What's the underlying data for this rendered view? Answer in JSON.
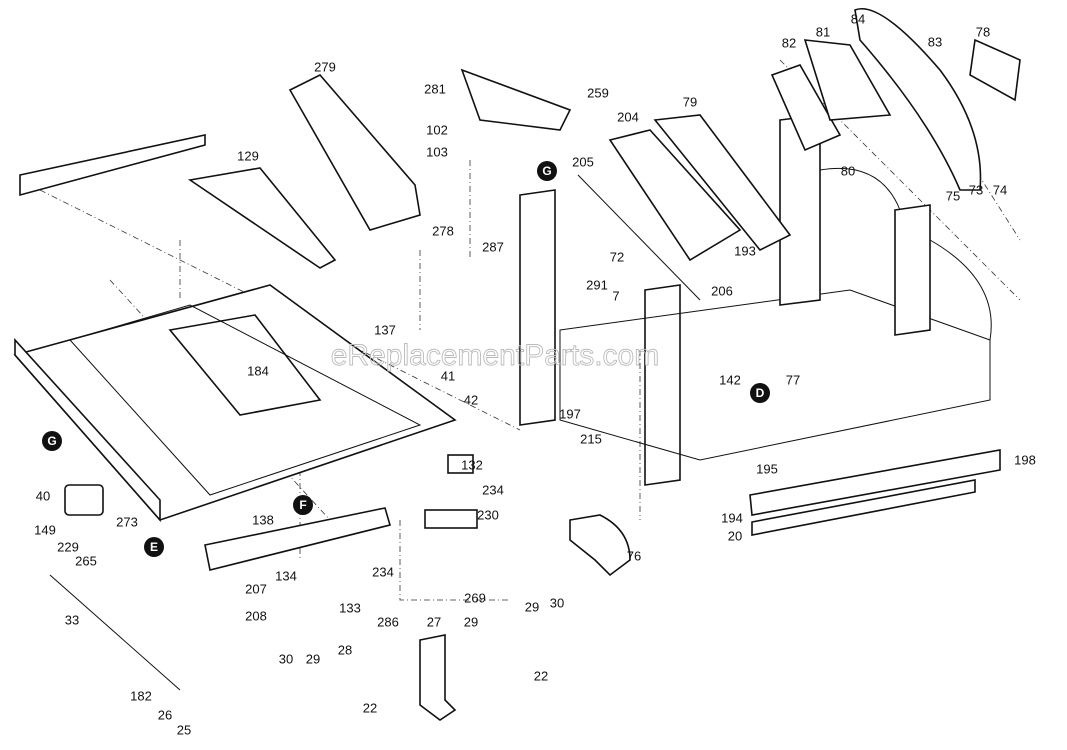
{
  "watermark": "eReplacementParts.com",
  "part_numbers": [
    "279",
    "281",
    "102",
    "103",
    "129",
    "278",
    "259",
    "204",
    "79",
    "205",
    "287",
    "72",
    "291",
    "7",
    "193",
    "206",
    "82",
    "81",
    "84",
    "83",
    "78",
    "80",
    "75",
    "73",
    "74",
    "137",
    "184",
    "41",
    "42",
    "142",
    "77",
    "197",
    "215",
    "132",
    "234",
    "198",
    "195",
    "194",
    "20",
    "40",
    "273",
    "230",
    "138",
    "149",
    "229",
    "265",
    "234",
    "76",
    "207",
    "134",
    "208",
    "133",
    "33",
    "269",
    "29",
    "30",
    "286",
    "27",
    "29",
    "28",
    "30",
    "29",
    "22",
    "22",
    "182",
    "26",
    "25"
  ],
  "callouts": [
    "G",
    "D",
    "G",
    "F",
    "E"
  ]
}
